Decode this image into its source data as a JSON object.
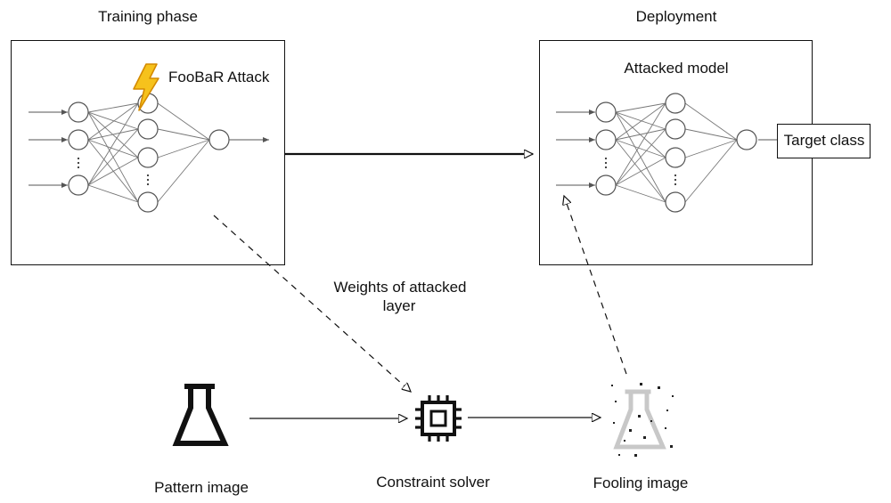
{
  "panels": {
    "training": {
      "title": "Training phase",
      "attack_label": "FooBaR Attack"
    },
    "deployment": {
      "title": "Deployment",
      "model_label": "Attacked model",
      "output_label": "Target class"
    }
  },
  "flow": {
    "weights_label_line1": "Weights of attacked",
    "weights_label_line2": "layer"
  },
  "bottom": {
    "pattern_label": "Pattern image",
    "solver_label": "Constraint solver",
    "fooling_label": "Fooling image"
  },
  "icons": {
    "attack": "lightning-bolt-icon",
    "pattern": "flask-icon",
    "solver": "cpu-chip-icon",
    "fooling": "noisy-flask-icon"
  },
  "colors": {
    "bolt_fill": "#f6c21c",
    "bolt_stroke": "#d48a00",
    "line": "#111111"
  }
}
